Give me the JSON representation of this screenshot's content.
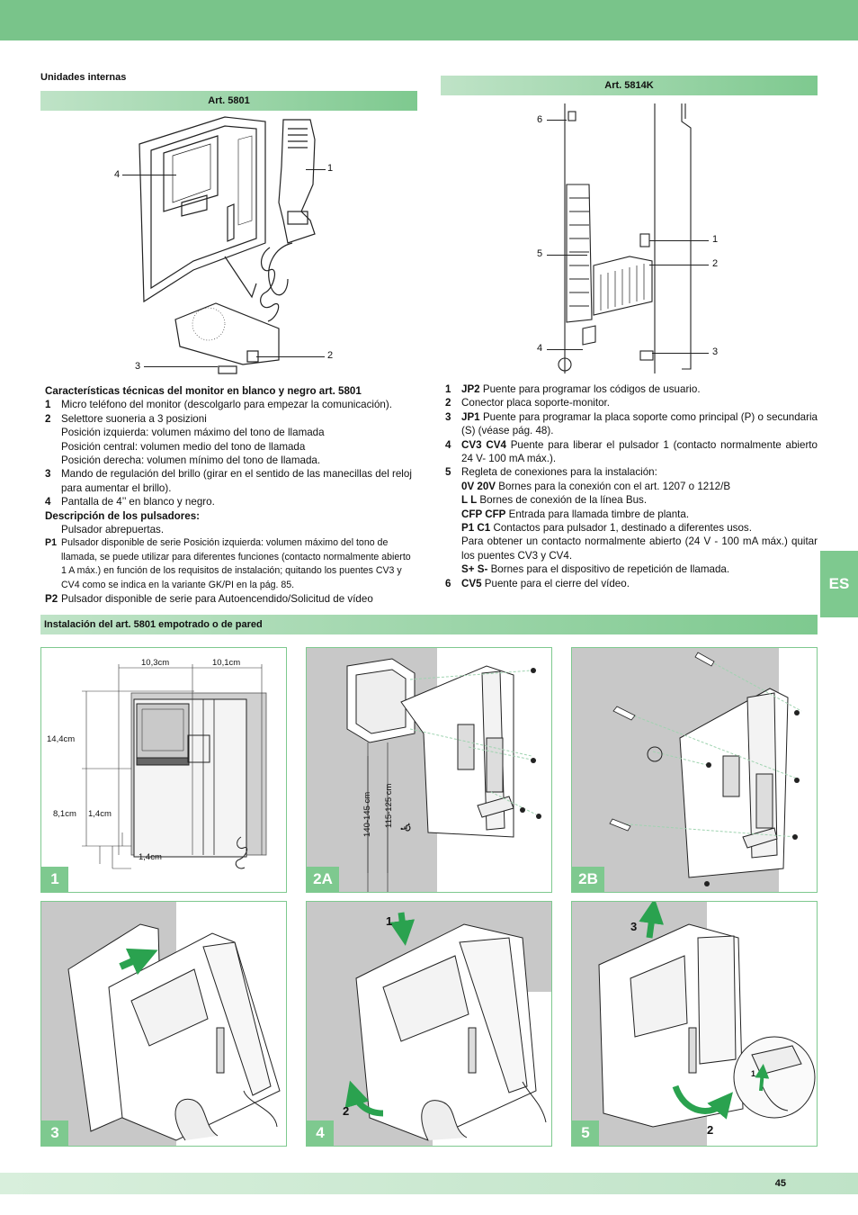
{
  "header": {
    "section_title": "Unidades internas"
  },
  "left": {
    "bar_title": "Art. 5801",
    "callouts": [
      "1",
      "2",
      "3",
      "4"
    ],
    "specs_title": "Características técnicas del monitor en blanco y negro art. 5801",
    "items": [
      {
        "n": "1",
        "lines": [
          "Micro teléfono del monitor (descolgarlo para empezar la comunicación)."
        ]
      },
      {
        "n": "2",
        "lines": [
          "Selettore suoneria a 3 posizioni",
          "Posición izquierda: volumen máximo del tono de llamada",
          "Posición central: volumen medio del tono de llamada",
          "Posición derecha: volumen mínimo del tono de llamada."
        ]
      },
      {
        "n": "3",
        "lines": [
          "Mando de regulación del brillo (girar en el sentido de las manecillas del reloj para aumentar el brillo)."
        ]
      },
      {
        "n": "4",
        "lines": [
          "Pantalla de 4’’ en blanco y negro."
        ]
      }
    ],
    "pulsadores_title": "Descripción de los pulsadores:",
    "pulsadores_sub": "Pulsador abrepuertas.",
    "p1_label": "P1",
    "p1_text": "Pulsador disponible de serie Posición izquierda: volumen máximo del tono de llamada, se puede utilizar para diferentes funciones (contacto normalmente abierto 1 A máx.) en función de los requisitos de instalación; quitando los puentes CV3 y CV4 como se indica en la variante GK/PI en la pág. 85.",
    "p2_label": "P2",
    "p2_text": "Pulsador disponible de serie para Autoencendido/Solicitud de vídeo"
  },
  "right": {
    "bar_title": "Art. 5814K",
    "callouts": [
      "6",
      "1",
      "5",
      "2",
      "4",
      "3"
    ],
    "items": [
      {
        "n": "1",
        "label": "JP2",
        "text": "Puente para programar los códigos de usuario."
      },
      {
        "n": "2",
        "label": "",
        "text": "Conector placa soporte-monitor."
      },
      {
        "n": "3",
        "label": "JP1",
        "text": "Puente para programar la placa soporte como principal (P) o secundaria (S) (véase pág. 48)."
      },
      {
        "n": "4",
        "label": "CV3 CV4",
        "text": "Puente para liberar el pulsador 1 (contacto normalmente abierto 24 V- 100 mA máx.)."
      },
      {
        "n": "5",
        "label": "",
        "text": "Regleta de conexiones para la instalación:"
      },
      {
        "n": "6",
        "label": "CV5",
        "text": "Puente para el cierre del vídeo."
      }
    ],
    "regleta": [
      {
        "label": "0V 20V",
        "text": "Bornes para la conexión con el art. 1207 o 1212/B"
      },
      {
        "label": "L L",
        "text": "Bornes de conexión de la línea Bus."
      },
      {
        "label": "CFP CFP",
        "text": "Entrada para llamada timbre de planta."
      },
      {
        "label": "P1 C1",
        "text": "Contactos para pulsador 1, destinado a diferentes usos."
      },
      {
        "label": "",
        "text": "Para obtener un contacto normalmente abierto (24 V - 100 mA máx.) quitar los puentes CV3 y CV4."
      },
      {
        "label": "S+ S-",
        "text": "Bornes para el dispositivo de repetición de llamada."
      }
    ]
  },
  "lang_tab": "ES",
  "install": {
    "bar_title": "Instalación del art. 5801 empotrado o de pared",
    "dims": {
      "w1": "10,3cm",
      "w2": "10,1cm",
      "h1": "14,4cm",
      "h2": "8,1cm",
      "h3": "1,4cm",
      "h4": "1,4cm"
    },
    "heights": {
      "a": "140-145 cm",
      "b": "115-125 cm"
    },
    "step_numbers": {
      "s4_a": "1",
      "s4_b": "2",
      "s5_a": "3",
      "s5_b": "2",
      "s5_c": "1"
    },
    "figures": [
      "1",
      "2A",
      "2B",
      "3",
      "4",
      "5"
    ]
  },
  "footer": {
    "page_number": "45"
  }
}
